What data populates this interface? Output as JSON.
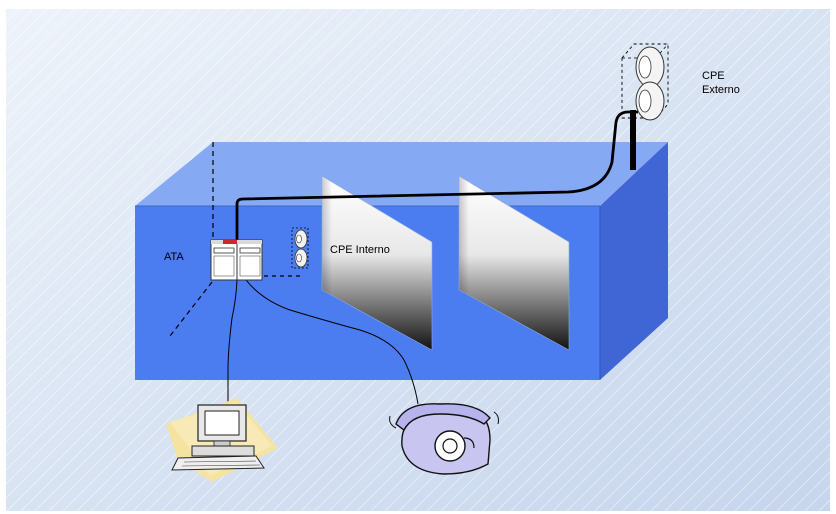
{
  "labels": {
    "ata": "ATA",
    "cpe_interno": "CPE Interno",
    "cpe_externo_line1": "CPE",
    "cpe_externo_line2": "Externo"
  },
  "colors": {
    "background": "#d3dff0",
    "box_front": "#4c7df1",
    "box_top": "#86a9f4",
    "box_side": "#3f6fda",
    "cable": "#000000"
  },
  "icons": {
    "ata": "ata-device-icon",
    "cpe_interno": "cpe-interno-antenna-icon",
    "cpe_externo": "cpe-externo-antenna-icon",
    "computer": "computer-icon",
    "telephone": "telephone-icon"
  }
}
